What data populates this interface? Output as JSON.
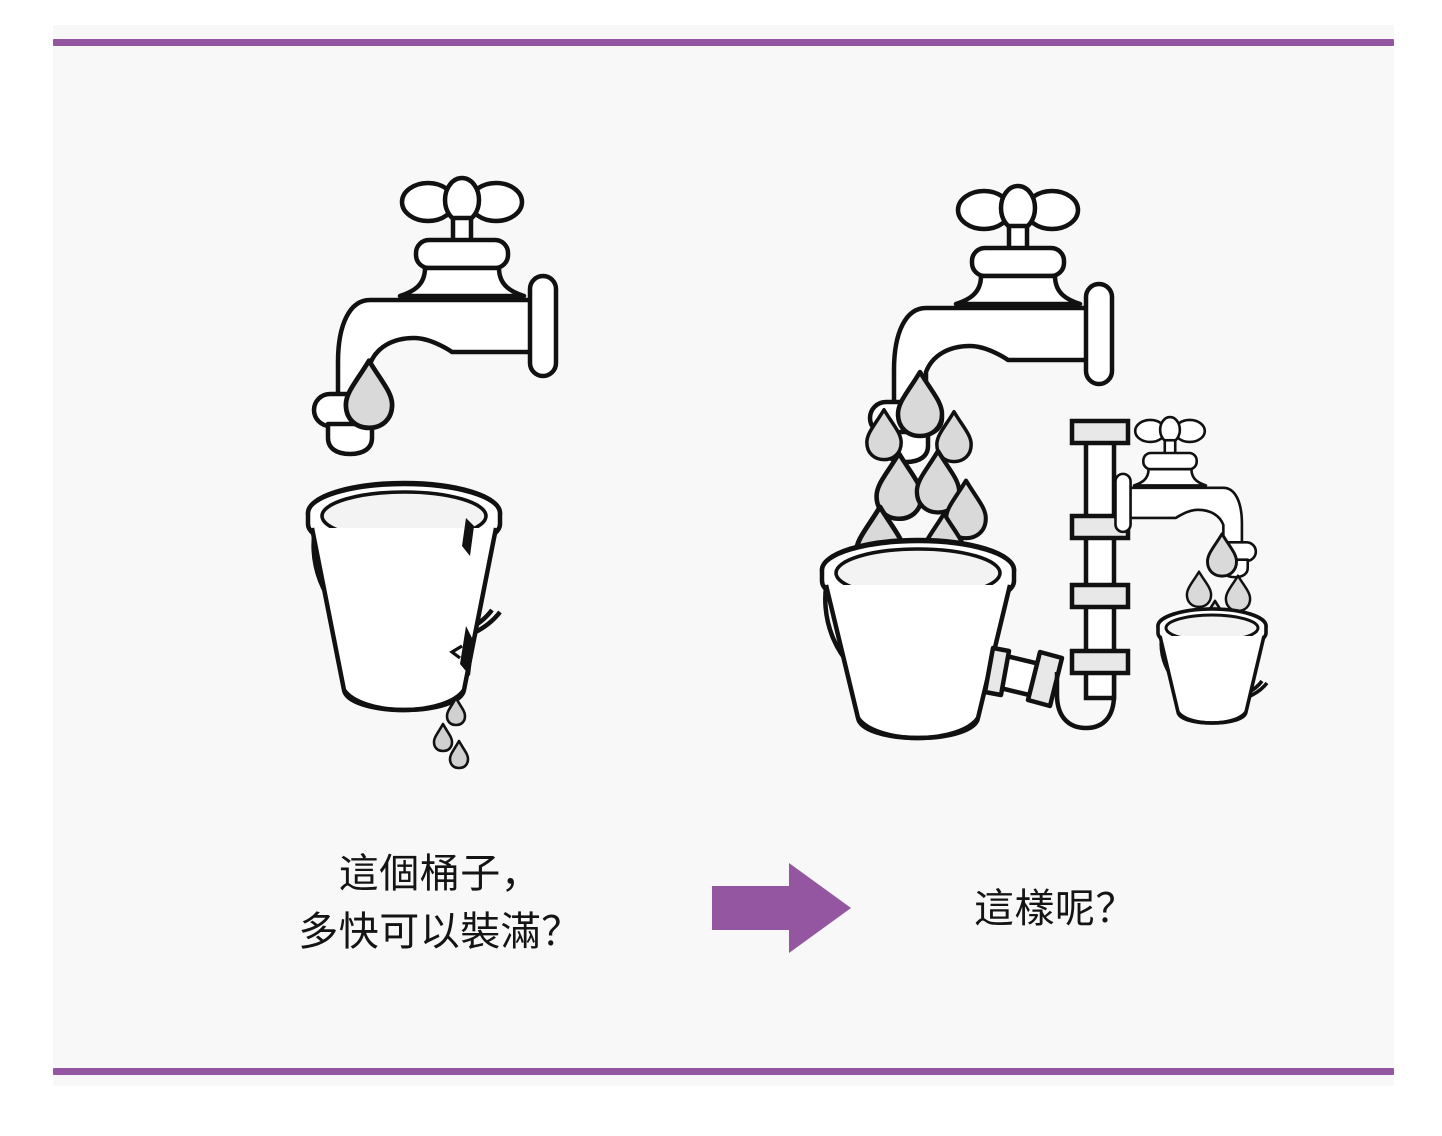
{
  "page": {
    "background_color": "#ffffff",
    "panel_color": "#f8f8f8",
    "rule_color": "#9456a0",
    "ink_color": "#141414",
    "water_fill_color": "#d9d9d9",
    "pipe_band_color": "#e8e8e8"
  },
  "left_scene": {
    "name": "leaking-bucket-scene",
    "faucet_count": 1,
    "drop_count_from_faucet": 1,
    "bucket_label": "leaky-bucket",
    "leak_drop_count": 3,
    "caption_line1": "這個桶子，",
    "caption_line2": "多快可以裝滿？"
  },
  "arrow": {
    "name": "transition-arrow",
    "direction": "right",
    "color": "#9456a0"
  },
  "right_scene": {
    "name": "connected-buckets-scene",
    "main_faucet_drop_count": 9,
    "side_faucet_drop_count": 4,
    "pipe_band_count": 4,
    "caption": "這樣呢？"
  },
  "captions": {
    "left": "這個桶子，\n多快可以裝滿？",
    "right": "這樣呢？"
  },
  "icons": {
    "faucet": "faucet-icon",
    "water_drop": "water-drop-icon",
    "bucket": "bucket-icon",
    "pipe": "pipe-icon",
    "arrow_right": "arrow-right-icon"
  }
}
